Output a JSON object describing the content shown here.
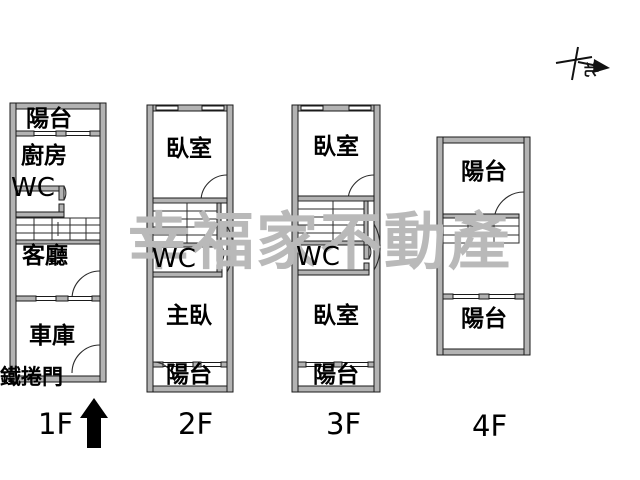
{
  "document": {
    "type": "floor-plan",
    "watermark": "幸福家不動產",
    "compass_label": "北"
  },
  "floors": [
    {
      "id": "1F",
      "label": "1F",
      "rooms": [
        {
          "name": "balcony",
          "text": "陽台"
        },
        {
          "name": "kitchen",
          "text": "廚房"
        },
        {
          "name": "bathroom",
          "text": "WC"
        },
        {
          "name": "living-room",
          "text": "客廳"
        },
        {
          "name": "garage",
          "text": "車庫"
        },
        {
          "name": "rolling-door",
          "text": "鐵捲門"
        }
      ]
    },
    {
      "id": "2F",
      "label": "2F",
      "rooms": [
        {
          "name": "bedroom",
          "text": "臥室"
        },
        {
          "name": "bathroom",
          "text": "WC"
        },
        {
          "name": "master-bedroom",
          "text": "主臥"
        },
        {
          "name": "balcony",
          "text": "陽台"
        }
      ]
    },
    {
      "id": "3F",
      "label": "3F",
      "rooms": [
        {
          "name": "bedroom-upper",
          "text": "臥室"
        },
        {
          "name": "bathroom",
          "text": "WC"
        },
        {
          "name": "bedroom-lower",
          "text": "臥室"
        },
        {
          "name": "balcony",
          "text": "陽台"
        }
      ]
    },
    {
      "id": "4F",
      "label": "4F",
      "rooms": [
        {
          "name": "balcony-upper",
          "text": "陽台"
        },
        {
          "name": "balcony-lower",
          "text": "陽台"
        }
      ]
    }
  ],
  "colors": {
    "wall_fill": "#b3b3b3",
    "wall_stroke": "#1a1a1a",
    "line": "#000000",
    "watermark": "#b9b9b9",
    "background": "#ffffff"
  },
  "annotations": {
    "entry_arrow": "up-arrow",
    "compass": "compass-cross-with-east-arrow"
  }
}
